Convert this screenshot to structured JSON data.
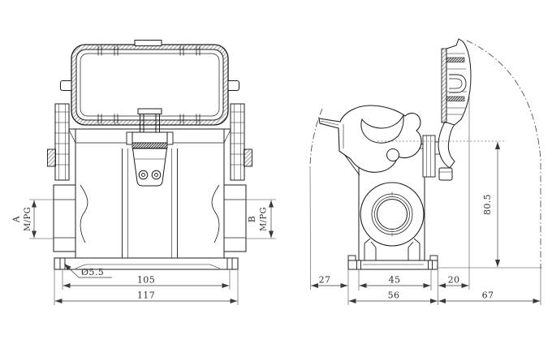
{
  "drawing": {
    "type": "technical-drawing",
    "subject": "heavy-duty rectangular connector bulkhead housing with hinged cover, two orthographic views",
    "colors": {
      "bg": "#ffffff",
      "line": "#1c1c1c",
      "dim": "#3a3a3a",
      "txt": "#2e2e2e"
    },
    "front_view": {
      "dims": {
        "entry_a": "A",
        "entry_a_thread": "M/PG",
        "entry_b": "B",
        "entry_b_thread": "M/PG",
        "hole_diameter": "Ø5.5",
        "hole_spacing": "105",
        "overall_width": "117"
      }
    },
    "side_view": {
      "dims": {
        "lever_swing": "27",
        "flange_hole_spacing": "45",
        "cover_offset": "20",
        "flange_width": "56",
        "cover_swing": "67",
        "height": "80.5"
      }
    }
  }
}
